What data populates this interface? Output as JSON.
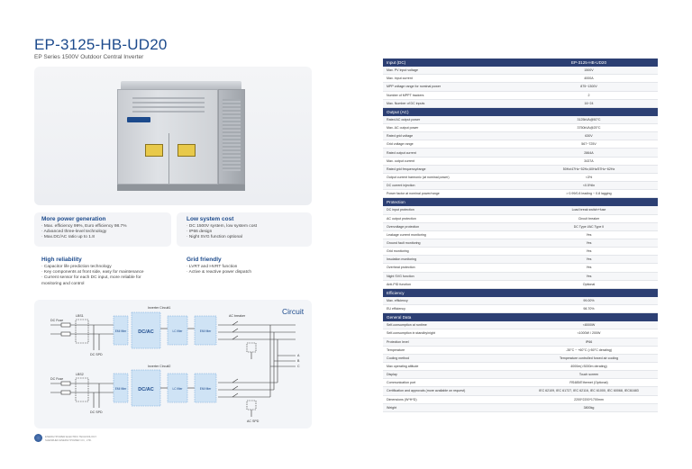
{
  "product": {
    "title": "EP-3125-HB-UD20",
    "subtitle": "EP Series 1500V Outdoor Central Inverter"
  },
  "features": [
    {
      "heading": "More power generation",
      "lines": [
        "· Max. efficiency 99%, Euro efficiency 98.7%",
        "· Advanced three-level technology",
        "· Max.DC/AC ratio up to 1.8"
      ]
    },
    {
      "heading": "Low system cost",
      "lines": [
        "· DC 1500V system, low system cost",
        "· IP66 design",
        "· Night SVG function optional"
      ]
    },
    {
      "heading": "High reliability",
      "lines": [
        "· Capacitor life prediction technology",
        "· Key components at front side, easy for maintenance",
        "· Current sensor for each DC input, more reliable for",
        "  monitoring and control"
      ]
    },
    {
      "heading": "Grid friendly",
      "lines": [
        "· LVRT and HVRT function",
        "· Active & reactive power dispatch"
      ]
    }
  ],
  "circuit": {
    "title": "Circuit",
    "labels": {
      "dc_fuse_1": "DC Fuse",
      "dc_fuse_2": "DC Fuse",
      "lbs1": "LBS1",
      "lbs2": "LBS2",
      "dc_spd_1": "DC SPD",
      "dc_spd_2": "DC SPD",
      "inverter_circuit_1": "Inverter Circuit1",
      "inverter_circuit_2": "Inverter Circuit2",
      "ac_breaker": "AC breaker",
      "ac_spd": "AC SPD",
      "emi_filter": "EMI filter",
      "dcac": "DC/AC",
      "lcl_filter": "LC filter",
      "phase_a": "A",
      "phase_b": "B",
      "phase_c": "C"
    }
  },
  "footer": {
    "line1": "ENERGYPOWER ELECTRIC TECHNOLOGY",
    "line2": "SHENZHEN ENERGYPOWER CO., LTD."
  },
  "spec_table": {
    "header_model": "EP-3125-HB-UD20",
    "sections": [
      {
        "title": "Input (DC)",
        "rows": [
          [
            "Max. PV input voltage",
            "1500V"
          ],
          [
            "Max. input current",
            "4000A"
          ],
          [
            "MPP voltage range for nominal power",
            "875~1300V"
          ],
          [
            "Number of MPPT trackers",
            "2"
          ],
          [
            "Max. Number of DC inputs",
            "16~24"
          ]
        ]
      },
      {
        "title": "Output (AC)",
        "rows": [
          [
            "Rated AC output power",
            "3125kVA@50°C"
          ],
          [
            "Max. AC output power",
            "3750kVA@25°C"
          ],
          [
            "Rated grid voltage",
            "630V"
          ],
          [
            "Grid voltage range",
            "567~725V"
          ],
          [
            "Rated output current",
            "2864A"
          ],
          [
            "Max. output current",
            "3437A"
          ],
          [
            "Rated grid frequency/range",
            "50Hz/47Hz~52Hz,60Hz/57Hz~62Hz"
          ],
          [
            "Output current harmonic (at nominal power)",
            "<3%"
          ],
          [
            "DC current injection",
            "<0.5%In"
          ],
          [
            "Power factor at nominal power/range",
            "> 0.99/0.8 leading ~ 0.8 lagging"
          ]
        ]
      },
      {
        "title": "Protection",
        "rows": [
          [
            "DC input protection",
            "Load break switch+fuse"
          ],
          [
            "AC output protection",
            "Circuit breaker"
          ],
          [
            "Overvoltage protection",
            "DC Type I/AC Type II"
          ],
          [
            "Leakage current monitoring",
            "Yes"
          ],
          [
            "Ground fault monitoring",
            "Yes"
          ],
          [
            "Grid monitoring",
            "Yes"
          ],
          [
            "Insulation monitoring",
            "Yes"
          ],
          [
            "Overheat protection",
            "Yes"
          ],
          [
            "Night SVG function",
            "Yes"
          ],
          [
            "Anti-PID function",
            "Optional"
          ]
        ]
      },
      {
        "title": "Efficiency",
        "rows": [
          [
            "Max. efficiency",
            "99.00%"
          ],
          [
            "EU efficiency",
            "98.70%"
          ]
        ]
      },
      {
        "title": "General Data",
        "rows": [
          [
            "Self-consumption at runtime",
            "<8000W"
          ],
          [
            "Self-consumption in standby/night",
            "<1000W / 200W"
          ],
          [
            "Protection level",
            "IP66"
          ],
          [
            "Temperature",
            "-35°C ~ +60°C (>50°C derating)"
          ],
          [
            "Cooling method",
            "Temperature controlled forced air cooling"
          ],
          [
            "Max operating altitude",
            "4000m(>3000m derating)"
          ],
          [
            "Display",
            "Touch screen"
          ],
          [
            "Communication port",
            "RS485/Ethernet (Optional)"
          ],
          [
            "Certification and approvals (more available on request)",
            "IEC 62109, IEC 61727, IEC 62116, IEC 61000, IEC 60068, IEC61683"
          ],
          [
            "Dimensions (W*H*D)",
            "2200*2200*1700mm"
          ],
          [
            "Weight",
            "3800kg"
          ]
        ]
      }
    ]
  },
  "colors": {
    "brand": "#1c4a8c",
    "table_header": "#2c3f73",
    "circuit_block": "#cfe3f5"
  }
}
